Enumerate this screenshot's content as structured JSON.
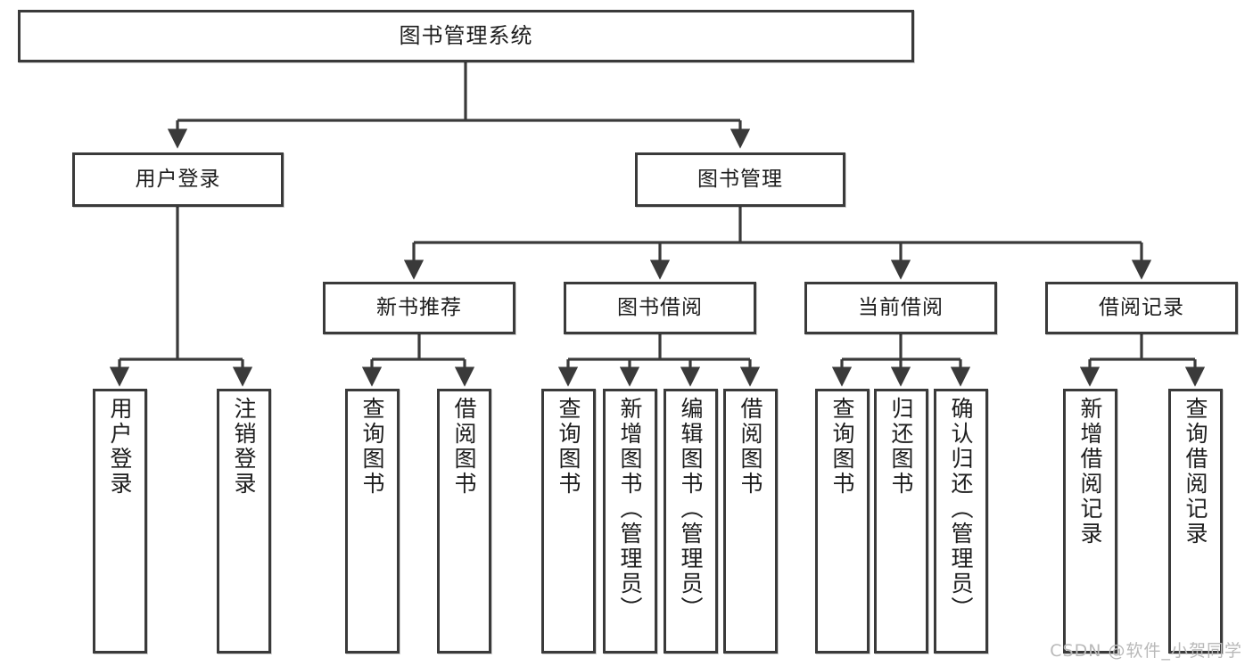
{
  "diagram": {
    "type": "hierarchy-tree",
    "title_node": {
      "id": "root",
      "label": "图书管理系统"
    },
    "level2": [
      {
        "id": "login",
        "label": "用户登录"
      },
      {
        "id": "bookmgmt",
        "label": "图书管理"
      }
    ],
    "level3": [
      {
        "id": "newbook",
        "label": "新书推荐"
      },
      {
        "id": "borrow",
        "label": "图书借阅"
      },
      {
        "id": "current",
        "label": "当前借阅"
      },
      {
        "id": "records",
        "label": "借阅记录"
      }
    ],
    "leaves": {
      "login": [
        {
          "id": "leaf-user-login",
          "label": "用户登录"
        },
        {
          "id": "leaf-user-logout",
          "label": "注销登录"
        }
      ],
      "newbook": [
        {
          "id": "leaf-nb-query",
          "label": "查询图书"
        },
        {
          "id": "leaf-nb-borrow",
          "label": "借阅图书"
        }
      ],
      "borrow": [
        {
          "id": "leaf-bw-query",
          "label": "查询图书"
        },
        {
          "id": "leaf-bw-add",
          "label": "新增图书（管理员）"
        },
        {
          "id": "leaf-bw-edit",
          "label": "编辑图书（管理员）"
        },
        {
          "id": "leaf-bw-borrow",
          "label": "借阅图书"
        }
      ],
      "current": [
        {
          "id": "leaf-cu-query",
          "label": "查询图书"
        },
        {
          "id": "leaf-cu-return",
          "label": "归还图书"
        },
        {
          "id": "leaf-cu-confirm",
          "label": "确认归还（管理员）"
        }
      ],
      "records": [
        {
          "id": "leaf-rc-add",
          "label": "新增借阅记录"
        },
        {
          "id": "leaf-rc-query",
          "label": "查询借阅记录"
        }
      ]
    },
    "colors": {
      "stroke": "#3a3a3a",
      "fill": "#ffffff",
      "text": "#1d1d1d",
      "watermark": "#b9b9b9"
    }
  },
  "watermark": {
    "text": "CSDN @软件_小贺同学"
  }
}
